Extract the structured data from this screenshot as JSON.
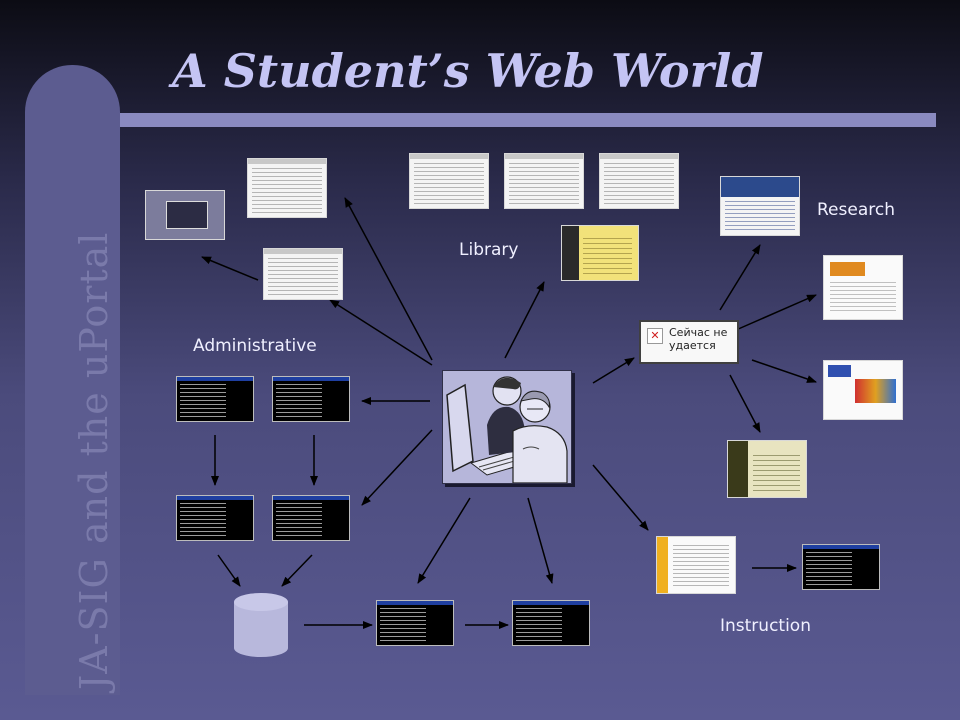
{
  "slide": {
    "title": "A Student’s Web World",
    "side_title": "JA-SIG and the uPortal"
  },
  "labels": {
    "administrative": "Administrative",
    "library": "Library",
    "research": "Research",
    "instruction": "Instruction"
  },
  "broken_image": {
    "alt_text": "Сейчас не удается"
  },
  "colors": {
    "title": "#c4c4f4",
    "side_title": "#7a7aaa",
    "side_bar": "#5c5c90",
    "accent_bar": "#8a8ac0",
    "arrow": "#000000"
  }
}
